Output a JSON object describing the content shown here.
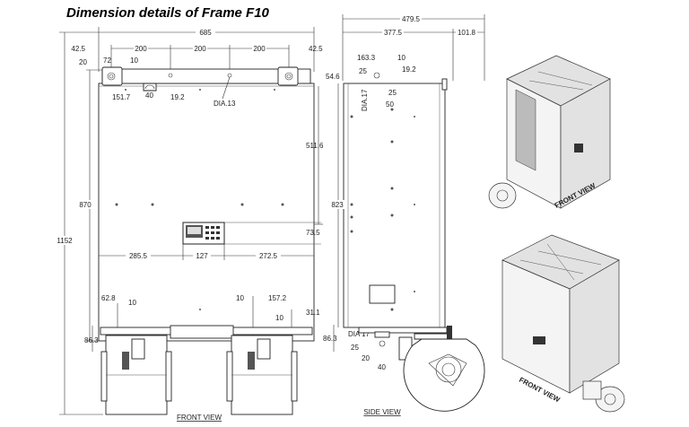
{
  "title": "Dimension details of Frame F10",
  "front_view": {
    "label": "FRONT VIEW",
    "dims": {
      "overall_width": "685",
      "left_margin": "42.5",
      "right_margin": "42.5",
      "spacing_1": "200",
      "spacing_2": "200",
      "spacing_3": "200",
      "ear_height": "20",
      "ear_offset": "72",
      "ear_gap": "10",
      "lift_offset": "151.7",
      "lift_width": "40",
      "lift_height": "19.2",
      "hole_dia": "DIA.13",
      "overall_height": "1152",
      "cabinet_height": "870",
      "keypad_top": "511.6",
      "keypad_height": "73.5",
      "keypad_left": "285.5",
      "keypad_width": "127",
      "keypad_right": "272.5",
      "foot_left": "62.8",
      "foot_left_gap": "10",
      "foot_right_gap": "10",
      "foot_right": "157.2",
      "foot_right_gap2": "10",
      "foot_right_edge": "31.1",
      "base_height": "86.3"
    }
  },
  "side_view": {
    "label": "SIDE VIEW",
    "dims": {
      "overall_depth": "479.5",
      "cabinet_depth": "377.5",
      "fan_depth": "101.8",
      "lift_offset": "163.3",
      "lift_gap": "10",
      "lift_height": "19.2",
      "top_height": "54.6",
      "hole_v": "25",
      "hole_h": "25",
      "hole_span": "50",
      "hole_dia_top": "DIA.17",
      "cabinet_height": "823",
      "base_height": "86.3",
      "bottom_hole_dia": "DIA 17",
      "bottom_hole_v": "25",
      "bottom_hole_h": "20",
      "bottom_span": "40"
    }
  },
  "iso_views": [
    {
      "label": "FRONT VIEW"
    },
    {
      "label": "FRONT VIEW"
    }
  ]
}
